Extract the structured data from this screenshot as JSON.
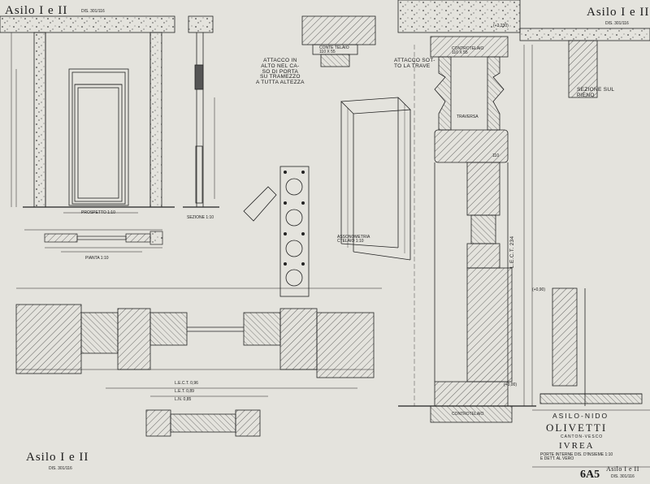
{
  "title_blocks": {
    "top_left": {
      "name": "Asilo I e II",
      "ref": "DIS. 301/116"
    },
    "top_right": {
      "name": "Asilo I e II",
      "ref": "DIS. 301/116"
    },
    "bottom_left": {
      "name": "Asilo I e II",
      "ref": "DIS. 301/116"
    },
    "bottom_right": {
      "name": "Asilo I e II",
      "ref": "DIS. 301/116"
    }
  },
  "labels": {
    "prospetto": "PROSPETTO 1:10",
    "sezione_110": "SEZIONE 1:10",
    "pianta": "PIANTA 1:10",
    "attacco_in_alto": "ATTACCO IN\nALTO NEL CA-\nSO DI PORTA\nSU TRAMEZZO\nA TUTTA ALTEZZA",
    "attacco_sotto": "ATTACCO SOT-\nTO LA TRAVE",
    "sezione_pieno": "SEZIONE SUL\nPIENO",
    "assonometria": "ASSONOMETRIA\nCTELAIO 1:10",
    "controtelaio_top": "CONTROTELAIO\n110 X 55",
    "conte_telaio": "CONTE TELAIO\n110 X 55",
    "controtelaio_bottom": "CONTROTELAIO",
    "traversa": "TRAVERSA",
    "luce_netta": "L.E.C.T. 234",
    "alt_dim": "(+2,230)",
    "dim_110": "110",
    "dim_90": "(+0,90)",
    "dim_000": "(+0,00)",
    "plan_dim_1": "L.E.C.T. 0,96",
    "plan_dim_2": "L.E.T. 0,89",
    "plan_dim_3": "L.N. 0,85"
  },
  "title_sheet": {
    "project": "ASILO-NIDO",
    "company": "OLIVETTI",
    "place": "CANTON-VESCO",
    "city": "IVREA",
    "desc": "PORTE INTERNE DIS. D'INSIEME 1:10\nE DETT. AL VERO",
    "sheet": "6A5"
  }
}
